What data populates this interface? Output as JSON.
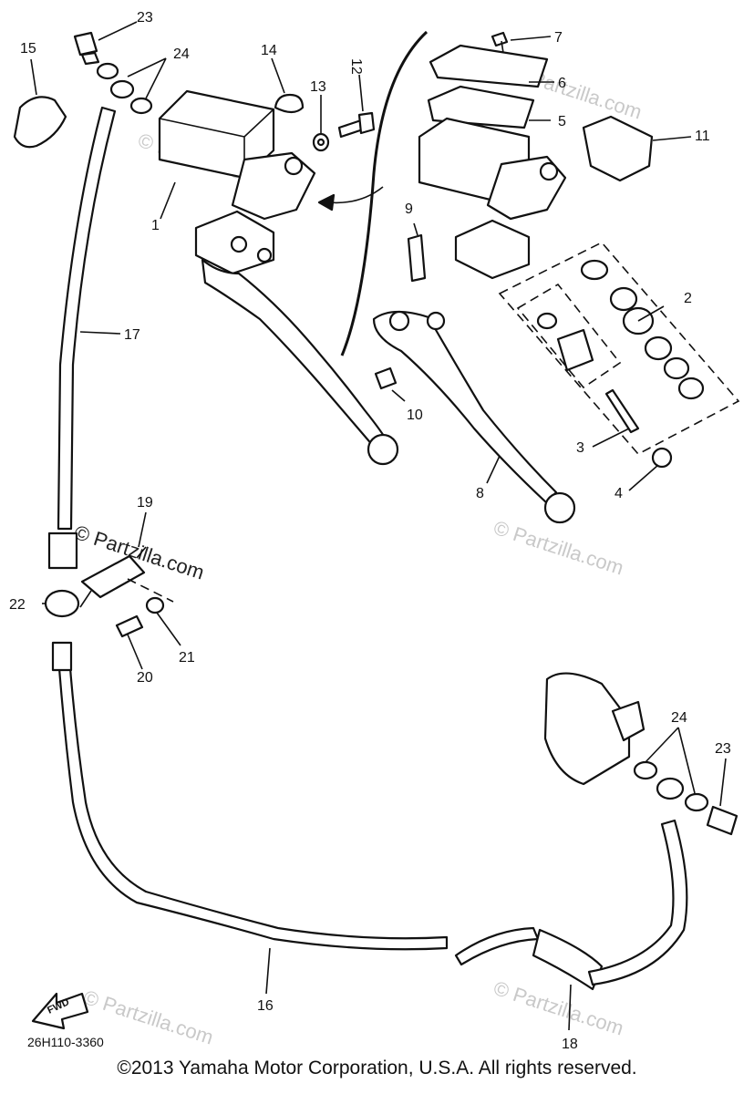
{
  "diagram": {
    "callouts": [
      "1",
      "2",
      "3",
      "4",
      "5",
      "6",
      "7",
      "8",
      "9",
      "10",
      "11",
      "12",
      "13",
      "14",
      "15",
      "16",
      "17",
      "18",
      "19",
      "20",
      "21",
      "22",
      "23",
      "24",
      "23",
      "24"
    ],
    "watermark": "© Partzilla.com",
    "figure_code": "26H110-3360",
    "fwd_label": "FWD",
    "copyright": "©2013 Yamaha Motor Corporation, U.S.A. All rights reserved."
  }
}
